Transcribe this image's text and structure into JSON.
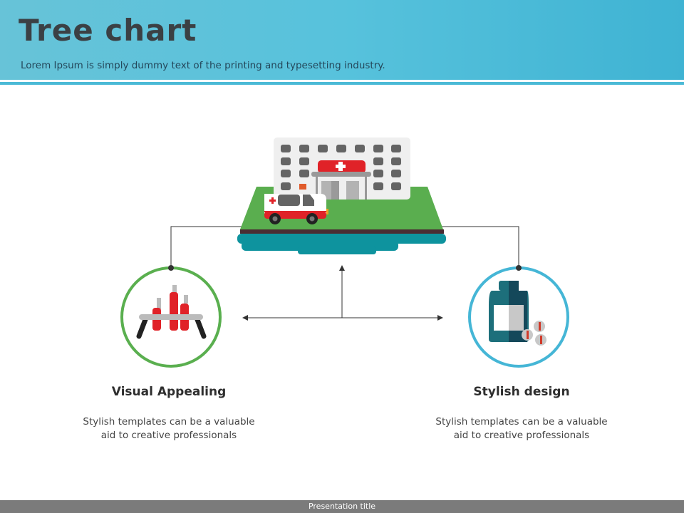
{
  "header": {
    "title": "Tree chart",
    "subtitle": "Lorem Ipsum is simply dummy text of the printing and typesetting industry."
  },
  "nodes": [
    {
      "title": "Visual Appealing",
      "desc_line1": "Stylish templates can be a valuable",
      "desc_line2": "aid to  creative professionals",
      "icon": "test-tubes-icon",
      "color": "#5aaf4f"
    },
    {
      "title": "Stylish design",
      "desc_line1": "Stylish templates can be a valuable",
      "desc_line2": "aid to  creative professionals",
      "icon": "medicine-bottle-icon",
      "color": "#45b6d6"
    }
  ],
  "root": {
    "icon": "hospital-icon"
  },
  "footer": {
    "text": "Presentation title"
  }
}
